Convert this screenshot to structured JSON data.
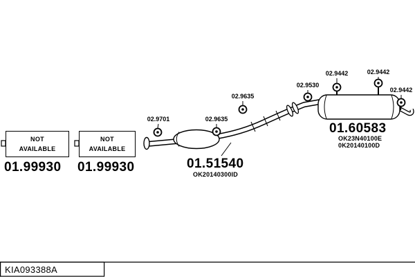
{
  "colors": {
    "ink": "#000000",
    "paper": "#ffffff"
  },
  "title_block": {
    "code": "KIA093388A"
  },
  "left_parts": [
    {
      "box_line1": "NOT",
      "box_line2": "AVAILABLE",
      "number": "01.99930"
    },
    {
      "box_line1": "NOT",
      "box_line2": "AVAILABLE",
      "number": "01.99930"
    }
  ],
  "center_part": {
    "number": "01.51540",
    "code": "OK20140300ID"
  },
  "rear_part": {
    "number": "01.60583",
    "code1": "OK23N40100E",
    "code2": "0K20140100D"
  },
  "small_parts": {
    "gasket_front": "02.9701",
    "gasket_mid1": "02.9635",
    "gasket_mid2": "02.9635",
    "gasket_inlet": "02.9530",
    "hanger1": "02.9442",
    "hanger2": "02.9442",
    "hanger3": "02.9442"
  }
}
